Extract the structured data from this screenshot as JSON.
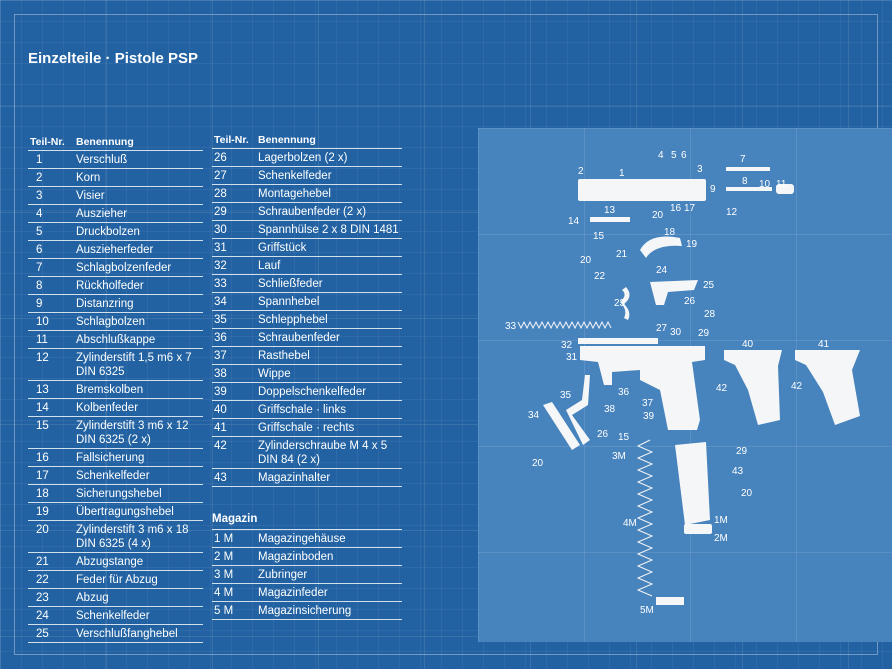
{
  "title": "Einzelteile · Pistole PSP",
  "table_headers": {
    "number": "Teil-Nr.",
    "name": "Benennung"
  },
  "parts_left": [
    {
      "n": "1",
      "name": "Verschluß"
    },
    {
      "n": "2",
      "name": "Korn"
    },
    {
      "n": "3",
      "name": "Visier"
    },
    {
      "n": "4",
      "name": "Auszieher"
    },
    {
      "n": "5",
      "name": "Druckbolzen"
    },
    {
      "n": "6",
      "name": "Auszieherfeder"
    },
    {
      "n": "7",
      "name": "Schlagbolzenfeder"
    },
    {
      "n": "8",
      "name": "Rückholfeder"
    },
    {
      "n": "9",
      "name": "Distanzring"
    },
    {
      "n": "10",
      "name": "Schlagbolzen"
    },
    {
      "n": "11",
      "name": "Abschlußkappe"
    },
    {
      "n": "12",
      "name": "Zylinderstift 1,5 m6 x 7",
      "name2": "DIN 6325"
    },
    {
      "n": "13",
      "name": "Bremskolben"
    },
    {
      "n": "14",
      "name": "Kolbenfeder"
    },
    {
      "n": "15",
      "name": "Zylinderstift 3 m6 x 12",
      "name2": "DIN 6325 (2 x)"
    },
    {
      "n": "16",
      "name": "Fallsicherung"
    },
    {
      "n": "17",
      "name": "Schenkelfeder"
    },
    {
      "n": "18",
      "name": "Sicherungshebel"
    },
    {
      "n": "19",
      "name": "Übertragungshebel"
    },
    {
      "n": "20",
      "name": "Zylinderstift 3 m6 x 18",
      "name2": "DIN 6325 (4 x)"
    },
    {
      "n": "21",
      "name": "Abzugstange"
    },
    {
      "n": "22",
      "name": "Feder für Abzug"
    },
    {
      "n": "23",
      "name": "Abzug"
    },
    {
      "n": "24",
      "name": "Schenkelfeder"
    },
    {
      "n": "25",
      "name": "Verschlußfanghebel"
    }
  ],
  "parts_right": [
    {
      "n": "26",
      "name": "Lagerbolzen (2 x)"
    },
    {
      "n": "27",
      "name": "Schenkelfeder"
    },
    {
      "n": "28",
      "name": "Montagehebel"
    },
    {
      "n": "29",
      "name": "Schraubenfeder (2 x)"
    },
    {
      "n": "30",
      "name": "Spannhülse 2 x 8 DIN 1481"
    },
    {
      "n": "31",
      "name": "Griffstück"
    },
    {
      "n": "32",
      "name": "Lauf"
    },
    {
      "n": "33",
      "name": "Schließfeder"
    },
    {
      "n": "34",
      "name": "Spannhebel"
    },
    {
      "n": "35",
      "name": "Schlepphebel"
    },
    {
      "n": "36",
      "name": "Schraubenfeder"
    },
    {
      "n": "37",
      "name": "Rasthebel"
    },
    {
      "n": "38",
      "name": "Wippe"
    },
    {
      "n": "39",
      "name": "Doppelschenkelfeder"
    },
    {
      "n": "40",
      "name": "Griffschale · links"
    },
    {
      "n": "41",
      "name": "Griffschale · rechts"
    },
    {
      "n": "42",
      "name": "Zylinderschraube M 4 x 5",
      "name2": "DIN 84 (2 x)"
    },
    {
      "n": "43",
      "name": "Magazinhalter"
    }
  ],
  "magazine": {
    "title": "Magazin",
    "parts": [
      {
        "n": "1 M",
        "name": "Magazingehäuse"
      },
      {
        "n": "2 M",
        "name": "Magazinboden"
      },
      {
        "n": "3 M",
        "name": "Zubringer"
      },
      {
        "n": "4 M",
        "name": "Magazinfeder"
      },
      {
        "n": "5 M",
        "name": "Magazinsicherung"
      }
    ]
  },
  "diagram_labels": [
    "4",
    "5",
    "6",
    "2",
    "1",
    "3",
    "7",
    "8",
    "9",
    "10",
    "11",
    "12",
    "13",
    "14",
    "15",
    "20",
    "16",
    "17",
    "18",
    "19",
    "21",
    "20",
    "22",
    "24",
    "25",
    "23",
    "26",
    "28",
    "27",
    "30",
    "29",
    "33",
    "32",
    "31",
    "40",
    "41",
    "42",
    "42",
    "35",
    "36",
    "37",
    "38",
    "39",
    "34",
    "26",
    "15",
    "29",
    "3M",
    "43",
    "20",
    "20",
    "4M",
    "1M",
    "2M",
    "5M"
  ],
  "colors": {
    "background": "#2262a2",
    "diagram_panel": "#4783bd",
    "lines": "#ffffff"
  }
}
